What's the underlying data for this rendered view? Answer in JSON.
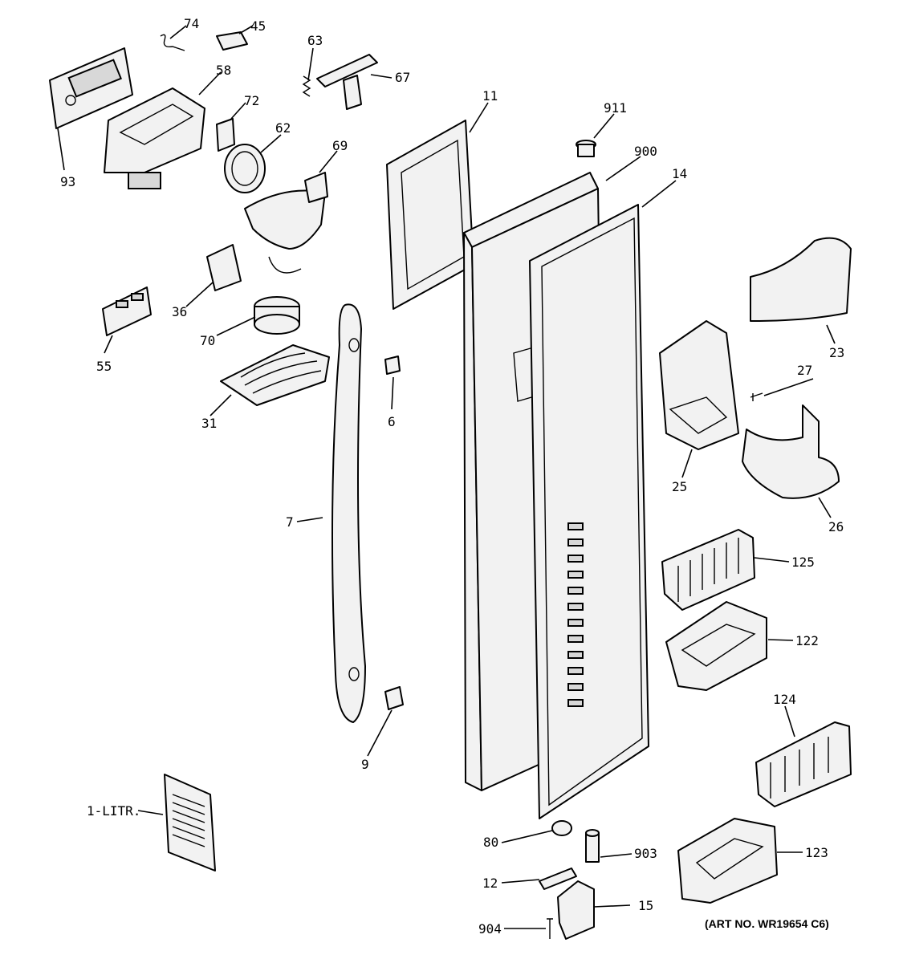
{
  "labels": {
    "p74": "74",
    "p45": "45",
    "p63": "63",
    "p67": "67",
    "p58": "58",
    "p72": "72",
    "p62": "62",
    "p69": "69",
    "p93": "93",
    "p11": "11",
    "p911": "911",
    "p900": "900",
    "p14": "14",
    "p36": "36",
    "p55": "55",
    "p70": "70",
    "p31": "31",
    "p6": "6",
    "p7": "7",
    "p9": "9",
    "p23": "23",
    "p27": "27",
    "p25": "25",
    "p26": "26",
    "p125": "125",
    "p122": "122",
    "p124": "124",
    "p123": "123",
    "p1litr": "1-LITR.",
    "p80": "80",
    "p903": "903",
    "p12": "12",
    "p15": "15",
    "p904": "904"
  },
  "art_number": "(ART NO. WR19654 C6)"
}
